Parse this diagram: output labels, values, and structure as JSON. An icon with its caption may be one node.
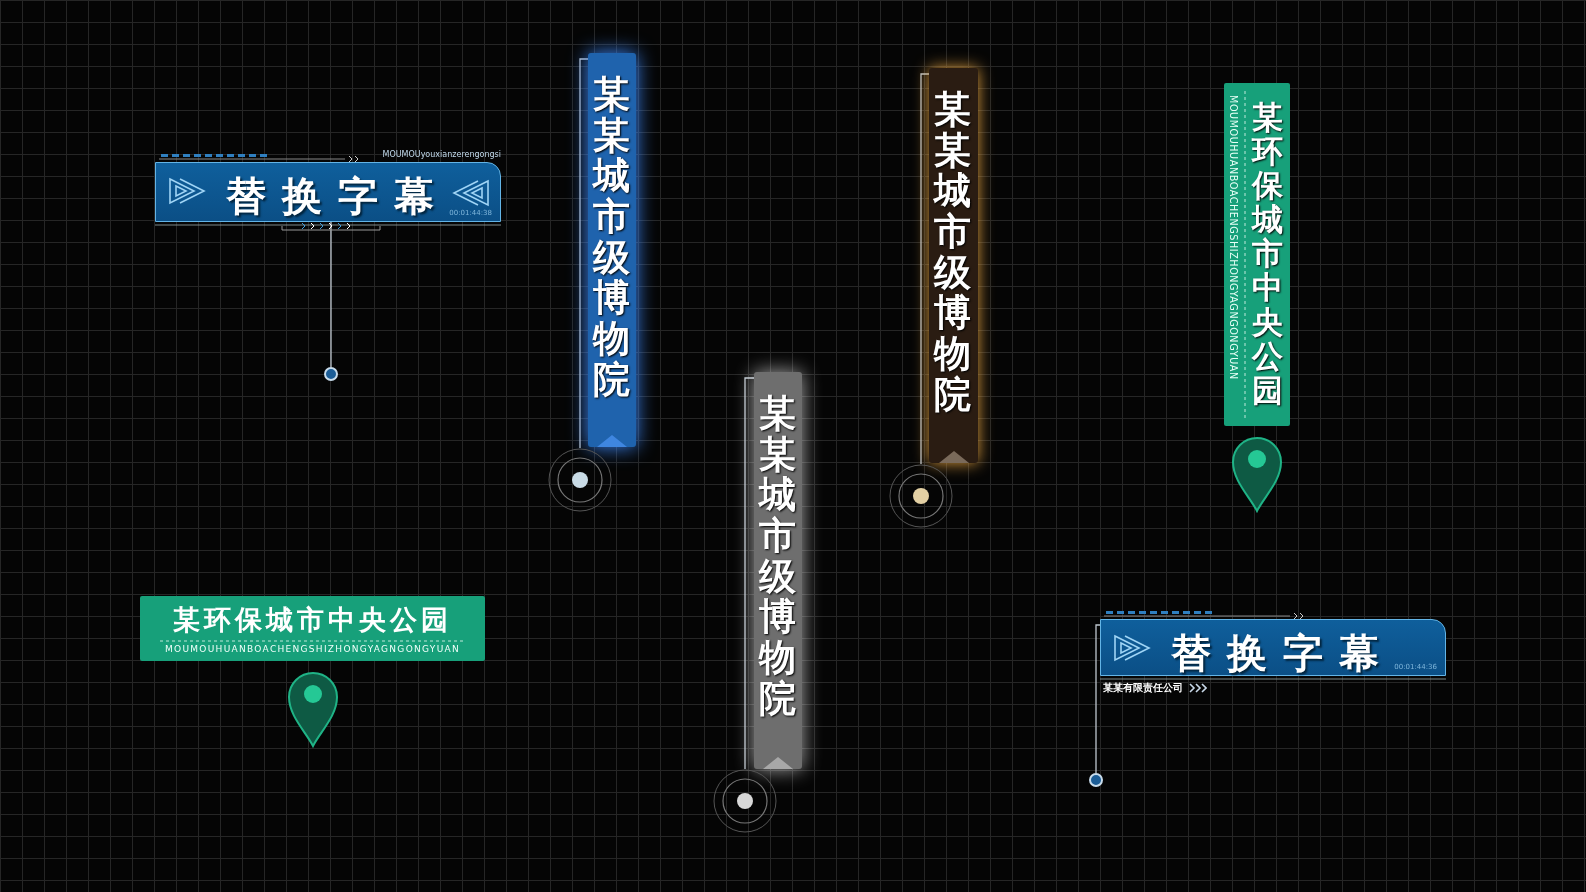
{
  "diagram": {
    "nodes": [
      {
        "text": [
          "替换字幕",
          "00:01:44:38"
        ]
      },
      {
        "text": [],
        "shape": "circle"
      },
      {
        "text": [
          "某某城市级博物院"
        ]
      },
      {
        "text": [],
        "shape": "circle"
      },
      {
        "text": [
          "某某城市级博物院"
        ]
      },
      {
        "text": [],
        "shape": "circle"
      },
      {
        "text": [
          "某某城市级博物院"
        ]
      },
      {
        "text": [],
        "shape": "circle"
      },
      {
        "text": [
          "某环保城市中央公园",
          "MOUMOUHUANBOACHENGSHIZHONGYAGNGONGYUAN"
        ]
      },
      {
        "text": [
          "某环保城市中央公园",
          "MOUMOUHUANBOACHENGSHIZHONGYAGNGONGYUAN"
        ]
      },
      {
        "text": [
          "替换字幕",
          "00:01:44:36"
        ],
        "beside": [
          "某某有限责任公司"
        ]
      },
      {
        "text": [],
        "shape": "circle"
      }
    ],
    "edges": [
      {
        "from": 0,
        "to": 1,
        "arrow": "none"
      },
      {
        "from": 2,
        "to": 3,
        "arrow": "none"
      },
      {
        "from": 4,
        "to": 5,
        "arrow": "none"
      },
      {
        "from": 6,
        "to": 7,
        "arrow": "none"
      },
      {
        "from": 10,
        "to": 11,
        "arrow": "none"
      }
    ],
    "labels": [
      "MOUMOUyouxianzerengongsi"
    ]
  }
}
